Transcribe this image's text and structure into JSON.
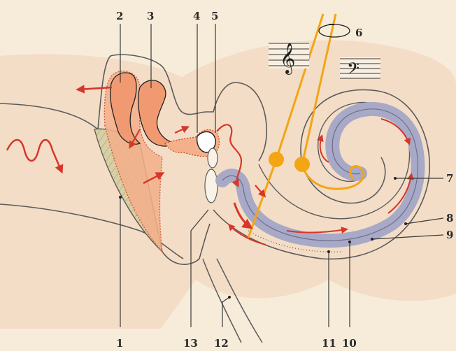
{
  "labels": {
    "l1": "1",
    "l2": "2",
    "l3": "3",
    "l4": "4",
    "l5": "5",
    "l6": "6",
    "l7": "7",
    "l8": "8",
    "l9": "9",
    "l10": "10",
    "l11": "11",
    "l12": "12",
    "l13": "13"
  },
  "colors": {
    "background": "#f6ecd9",
    "tissue_shadow": "#f1c8aa",
    "ossicle": "#f19a72",
    "ossicle_outline": "#d24a2a",
    "arrow": "#d7362a",
    "membrane": "#c9b98a",
    "cochlea_duct": "#a7a9c6",
    "frequency_line": "#f3a514",
    "outline": "#5b5b5b"
  },
  "icons": {
    "treble_clef": "treble-clef-icon",
    "bass_clef": "bass-clef-icon",
    "rotation": "rotation-arrow-icon"
  }
}
